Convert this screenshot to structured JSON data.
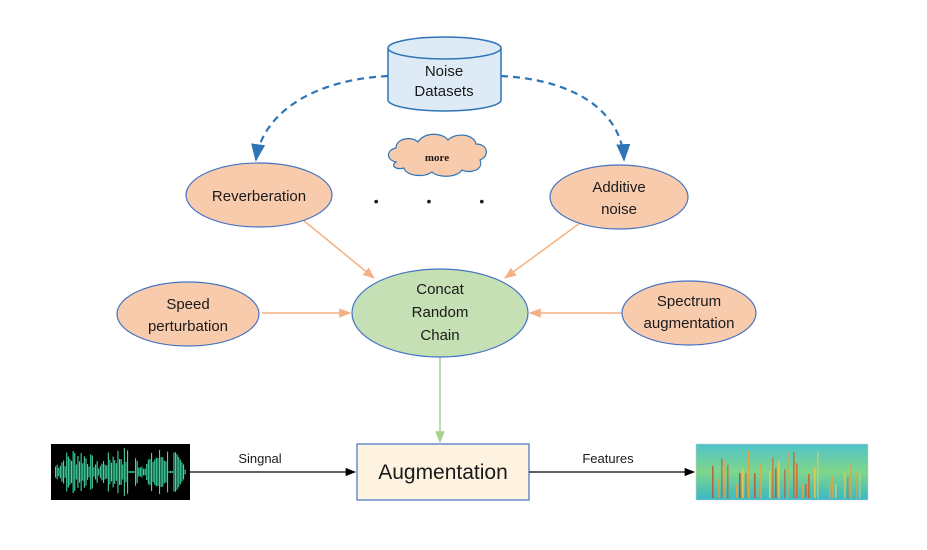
{
  "diagram": {
    "noise_db": {
      "line1": "Noise",
      "line2": "Datasets"
    },
    "cloud_label": "more",
    "ellipsis": "• • •",
    "nodes": {
      "reverberation": {
        "line1": "Reverberation"
      },
      "additive_noise": {
        "line1": "Additive",
        "line2": "noise"
      },
      "speed_perturbation": {
        "line1": "Speed",
        "line2": "perturbation"
      },
      "spectrum_augmentation": {
        "line1": "Spectrum",
        "line2": "augmentation"
      },
      "concat_random_chain": {
        "line1": "Concat",
        "line2": "Random",
        "line3": "Chain"
      }
    },
    "augmentation_box": {
      "label": "Augmentation"
    },
    "edge_labels": {
      "signal": "Singnal",
      "features": "Features"
    },
    "colors": {
      "orange_fill": "#f8cbad",
      "orange_stroke": "#4472c4",
      "green_fill": "#c5e0b4",
      "db_fill": "#deebf7",
      "box_fill": "#fdf3e0",
      "orange_arrow": "#f4b183",
      "green_arrow": "#a9d18e",
      "blue_dash": "#2e75b6",
      "wave": "#3fd6a0"
    }
  }
}
